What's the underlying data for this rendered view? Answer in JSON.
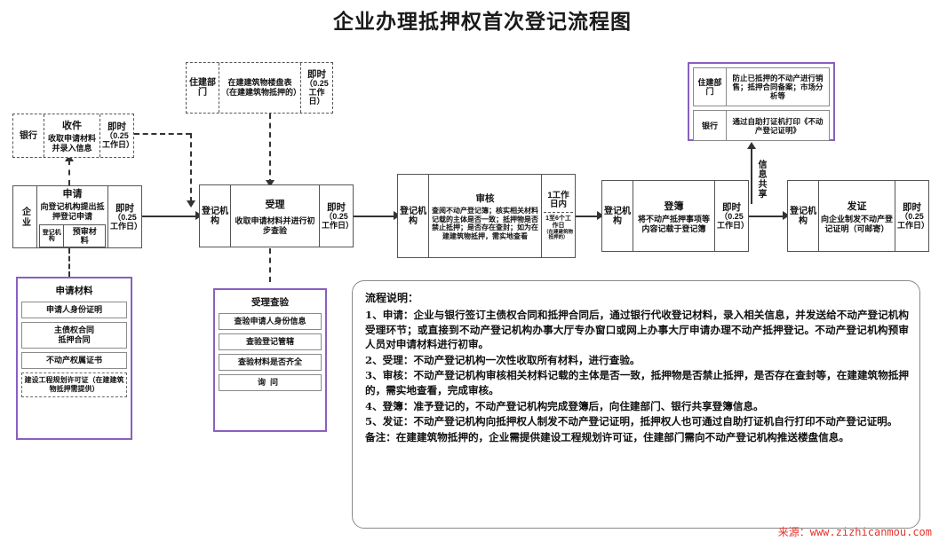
{
  "title": "企业办理抵押权首次登记流程图",
  "nodes": {
    "bank_receive": {
      "actor": "银行",
      "heading": "收件",
      "desc": "收取申请材料并录入信息",
      "time": "即时（0.25工作日）",
      "time_main": "即时",
      "time_sub": "（0.25工作日）"
    },
    "enterprise_apply": {
      "actor": "企业",
      "heading": "申请",
      "desc": "向登记机构提出抵押登记申请",
      "mini_actor": "登记机构",
      "mini_text": "预审材料",
      "time_main": "即时",
      "time_sub": "（0.25工作日）"
    },
    "housing_dept": {
      "actor": "住建部门",
      "desc": "在建建筑物楼盘表（在建建筑物抵押的）",
      "time_main": "即时",
      "time_sub": "（0.25工作日）"
    },
    "accept": {
      "actor": "登记机构",
      "heading": "受理",
      "desc": "收取申请材料并进行初步查验",
      "time_main": "即时",
      "time_sub": "（0.25工作日）"
    },
    "review": {
      "actor": "登记机构",
      "heading": "审核",
      "desc": "查阅不动产登记簿；核实相关材料记载的主体是否一致；抵押物是否禁止抵押；是否存在查封；如为在建建筑物抵押，需实地查看",
      "time_main": "1工作日内",
      "time_alt": "1至6个工作日",
      "time_alt_note": "（在建建筑物抵押的）"
    },
    "record": {
      "actor": "登记机构",
      "heading": "登簿",
      "desc": "将不动产抵押事项等内容记载于登记簿",
      "time_main": "即时",
      "time_sub": "（0.25工作日）"
    },
    "issue": {
      "actor": "登记机构",
      "heading": "发证",
      "desc": "向企业制发不动产登记证明（可邮寄）",
      "time_main": "即时",
      "time_sub": "（0.25工作日）"
    }
  },
  "application_materials": {
    "title": "申请材料",
    "items": [
      "申请人身份证明",
      "主债权合同\n抵押合同",
      "不动产权属证书",
      "建设工程规划许可证（在建建筑物抵押需提供）"
    ],
    "item1": "申请人身份证明",
    "item2_line1": "主债权合同",
    "item2_line2": "抵押合同",
    "item3": "不动产权属证书",
    "item4": "建设工程规划许可证（在建建筑物抵押需提供）"
  },
  "accept_check": {
    "title": "受理查验",
    "item1": "查验申请人身份信息",
    "item2": "查验登记管辖",
    "item3": "查验材料是否齐全",
    "item4": "询问"
  },
  "info_share": {
    "label": "信息共享",
    "housing_actor": "住建部门",
    "housing_text": "防止已抵押的不动产进行销售；抵押合同备案；市场分析等",
    "bank_actor": "银行",
    "bank_text": "通过自助打证机打印《不动产登记证明》"
  },
  "explanation": {
    "title": "流程说明：",
    "line1": "1、申请：企业与银行签订主债权合同和抵押合同后，通过银行代收登记材料，录入相关信息，并发送给不动产登记机构受理环节；或直接到不动产登记机构办事大厅专办窗口或网上办事大厅申请办理不动产抵押登记。不动产登记机构预审人员对申请材料进行初审。",
    "line2": "2、受理：不动产登记机构一次性收取所有材料，进行查验。",
    "line3": "3、审核：不动产登记机构审核相关材料记载的主体是否一致，抵押物是否禁止抵押，是否存在查封等，在建建筑物抵押的，需实地查看，完成审核。",
    "line4": "4、登簿：准予登记的，不动产登记机构完成登簿后，向住建部门、银行共享登簿信息。",
    "line5": "5、发证：不动产登记机构向抵押权人制发不动产登记证明，抵押权人也可通过自助打证机自行打印不动产登记证明。",
    "line6": "备注：在建建筑物抵押的，企业需提供建设工程规划许可证，住建部门需向不动产登记机构推送楼盘信息。"
  },
  "watermark": {
    "prefix": "来源：",
    "url": "www.zizhicanmou.com"
  },
  "colors": {
    "purple_frame": "#8a5fc0",
    "line": "#333333",
    "watermark_red": "#e8312a"
  }
}
